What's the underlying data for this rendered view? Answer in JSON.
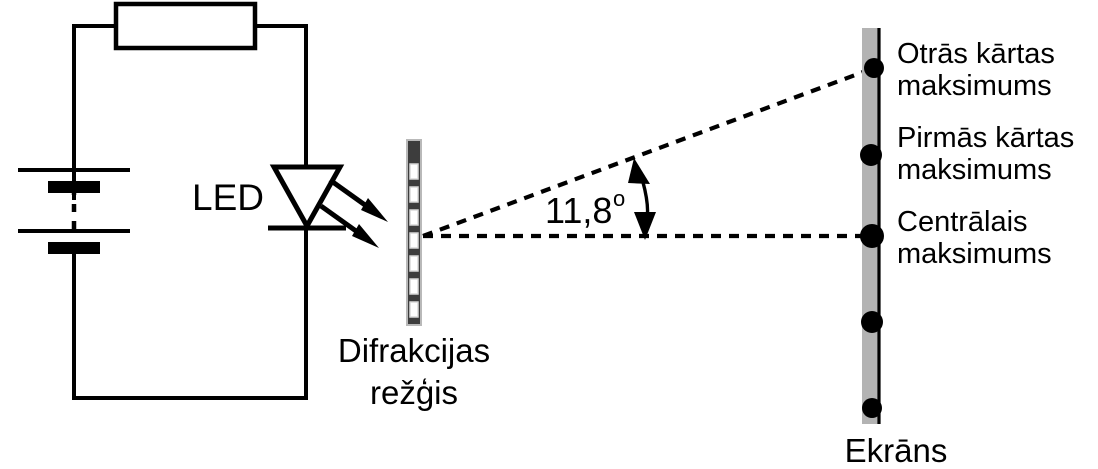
{
  "figure": {
    "title": "Diffraction grating experiment with LED light source",
    "language": "lv",
    "background_color": "#ffffff",
    "line_color": "#000000",
    "grating_color": "#3d3d3d",
    "screen_color": "#b3b3b3"
  },
  "circuit": {
    "resistor_label": "",
    "led_label": "LED",
    "battery_label": "",
    "cells": 2
  },
  "grating": {
    "label_line1": "Difrakcijas",
    "label_line2": "režģis",
    "slit_count": 7
  },
  "angle": {
    "value": "11,8",
    "degree_symbol": "o",
    "full": "11,8°"
  },
  "screen": {
    "label": "Ekrāns",
    "maxima": [
      {
        "order": "second",
        "line1": "Otrās kārtas",
        "line2": "maksimums"
      },
      {
        "order": "first",
        "line1": "Pirmās kārtas",
        "line2": "maksimums"
      },
      {
        "order": "central",
        "line1": "Centrālais",
        "line2": "maksimums"
      }
    ]
  }
}
